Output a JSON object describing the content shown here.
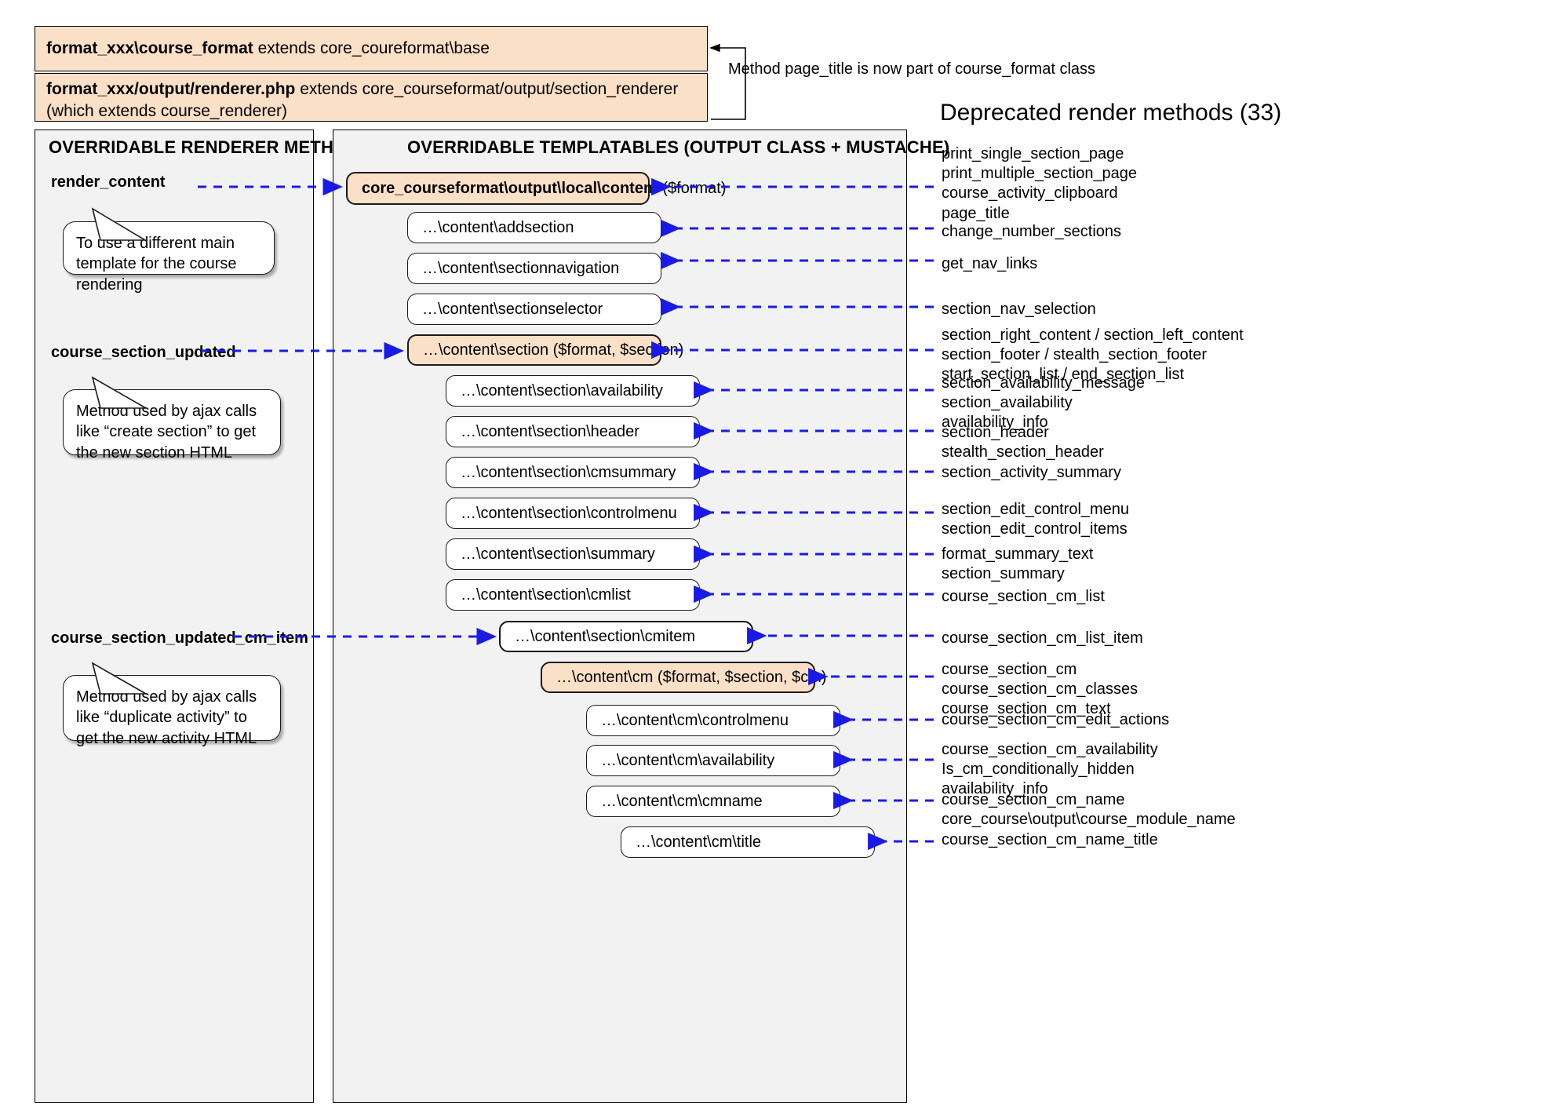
{
  "header": {
    "box1_bold": "format_xxx\\course_format",
    "box1_rest": " extends core_coureformat\\base",
    "box2_bold": "format_xxx/output/renderer.php",
    "box2_rest": " extends core_courseformat/output/section_renderer (which extends course_renderer)",
    "note": "Method page_title is now part of course_format class",
    "deprecated_title": "Deprecated render methods (33)"
  },
  "panels": {
    "left_title": "OVERRIDABLE RENDERER METHODS",
    "center_title": "OVERRIDABLE TEMPLATABLES (OUTPUT CLASS + MUSTACHE)"
  },
  "renderer_methods": [
    {
      "label": "render_content"
    },
    {
      "label": "course_section_updated"
    },
    {
      "label": "course_section_updated_cm_item"
    }
  ],
  "callouts": [
    {
      "text": "To use a different main template for the course rendering"
    },
    {
      "text": "Method used by ajax calls like “create section” to get the new section HTML"
    },
    {
      "text": "Method used by ajax calls like “duplicate activity” to get the new activity HTML"
    }
  ],
  "templatables": [
    {
      "bold": "core_courseformat\\output\\local\\content",
      "rest": " ($format)",
      "style": "orange"
    },
    {
      "bold": "",
      "rest": "…\\content\\addsection",
      "style": "plain"
    },
    {
      "bold": "",
      "rest": "…\\content\\sectionnavigation",
      "style": "plain"
    },
    {
      "bold": "",
      "rest": "…\\content\\sectionselector",
      "style": "plain"
    },
    {
      "bold": "",
      "rest": "…\\content\\section ($format, $section)",
      "style": "orange"
    },
    {
      "bold": "",
      "rest": "…\\content\\section\\availability",
      "style": "plain"
    },
    {
      "bold": "",
      "rest": "…\\content\\section\\header",
      "style": "plain"
    },
    {
      "bold": "",
      "rest": "…\\content\\section\\cmsummary",
      "style": "plain"
    },
    {
      "bold": "",
      "rest": "…\\content\\section\\controlmenu",
      "style": "plain"
    },
    {
      "bold": "",
      "rest": "…\\content\\section\\summary",
      "style": "plain"
    },
    {
      "bold": "",
      "rest": "…\\content\\section\\cmlist",
      "style": "plain"
    },
    {
      "bold": "",
      "rest": "…\\content\\section\\cmitem",
      "style": "thick"
    },
    {
      "bold": "",
      "rest": "…\\content\\cm ($format, $section, $cm)",
      "style": "orange"
    },
    {
      "bold": "",
      "rest": "…\\content\\cm\\controlmenu",
      "style": "plain"
    },
    {
      "bold": "",
      "rest": "…\\content\\cm\\availability",
      "style": "plain"
    },
    {
      "bold": "",
      "rest": "…\\content\\cm\\cmname",
      "style": "plain"
    },
    {
      "bold": "",
      "rest": "…\\content\\cm\\title",
      "style": "plain"
    }
  ],
  "deprecated_groups": [
    {
      "lines": [
        "print_single_section_page",
        "print_multiple_section_page",
        "course_activity_clipboard",
        "page_title"
      ]
    },
    {
      "lines": [
        "change_number_sections"
      ]
    },
    {
      "lines": [
        "get_nav_links"
      ]
    },
    {
      "lines": [
        "section_nav_selection"
      ]
    },
    {
      "lines": [
        "section_right_content / section_left_content",
        "section_footer / stealth_section_footer",
        "start_section_list / end_section_list"
      ]
    },
    {
      "lines": [
        "section_availability_message",
        "section_availability",
        "availability_info"
      ]
    },
    {
      "lines": [
        "section_header",
        "stealth_section_header"
      ]
    },
    {
      "lines": [
        "section_activity_summary"
      ]
    },
    {
      "lines": [
        "section_edit_control_menu",
        "section_edit_control_items"
      ]
    },
    {
      "lines": [
        "format_summary_text",
        "section_summary"
      ]
    },
    {
      "lines": [
        "course_section_cm_list"
      ]
    },
    {
      "lines": [
        "course_section_cm_list_item"
      ]
    },
    {
      "lines": [
        "course_section_cm",
        "course_section_cm_classes",
        "course_section_cm_text"
      ]
    },
    {
      "lines": [
        "course_section_cm_edit_actions"
      ]
    },
    {
      "lines": [
        "course_section_cm_availability",
        "Is_cm_conditionally_hidden",
        "availability_info"
      ]
    },
    {
      "lines": [
        "course_section_cm_name",
        "core_course\\output\\course_module_name"
      ]
    },
    {
      "lines": [
        "course_section_cm_name_title"
      ]
    }
  ],
  "colors": {
    "orange_fill": "#fbe0c8",
    "panel_fill": "#f2f2f2",
    "arrow_blue": "#1a1ae6",
    "border": "#1a1a1a"
  }
}
